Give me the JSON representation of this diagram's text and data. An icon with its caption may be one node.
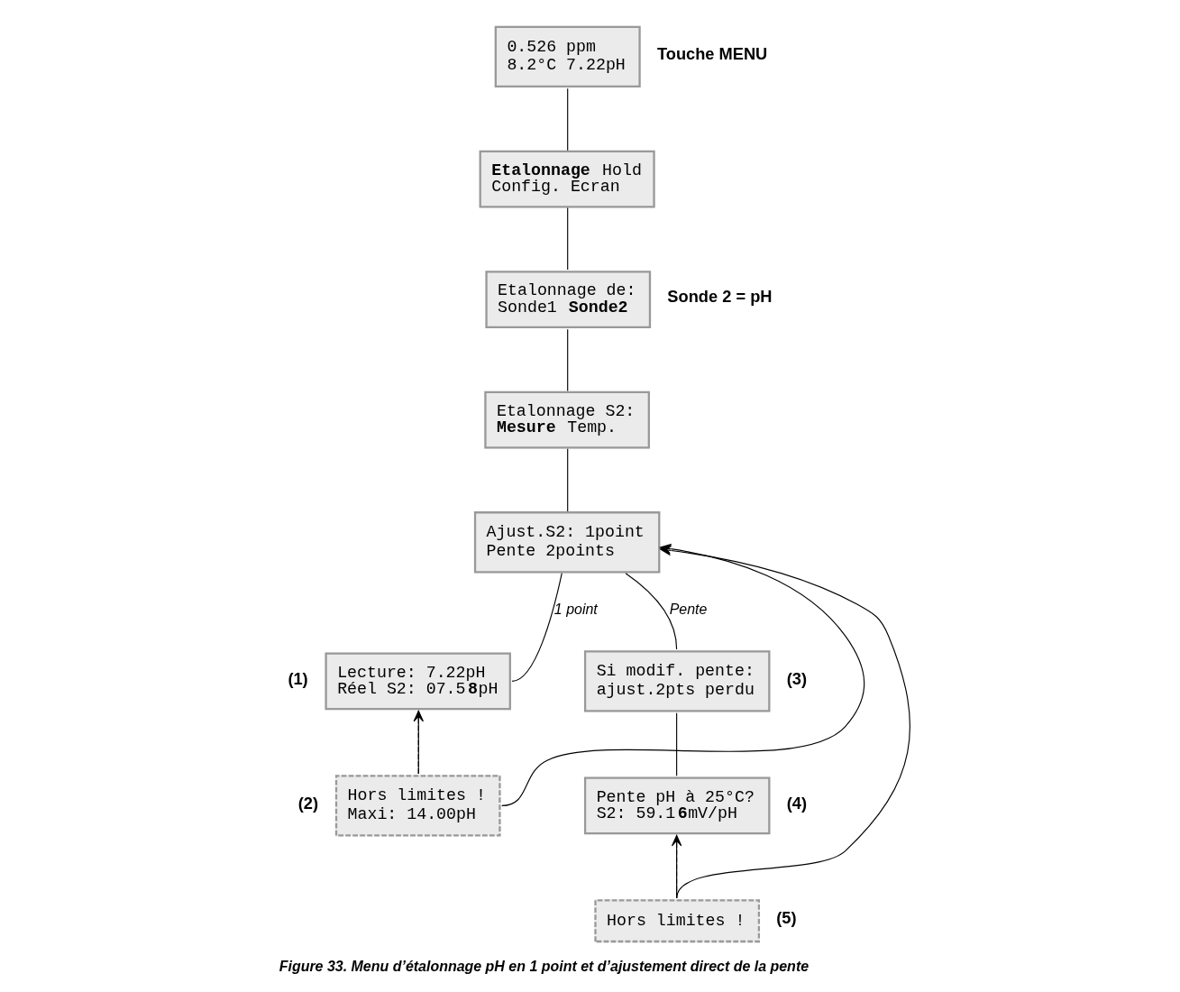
{
  "diagram": {
    "caption": "Figure 33. Menu d’étalonnage pH en 1 point et d’ajustement direct de la pente",
    "nodes": [
      {
        "text": [
          "0.526 ppm",
          "8.2°C 7.22pH"
        ],
        "beside": [
          "Touche MENU"
        ]
      },
      {
        "text": [
          "**Etalonnage** Hold",
          "Config. Ecran"
        ]
      },
      {
        "text": [
          "Etalonnage de:",
          "Sonde1 **Sonde2**"
        ],
        "beside": [
          "Sonde 2 = pH"
        ]
      },
      {
        "text": [
          "Etalonnage S2:",
          "**Mesure** Temp."
        ]
      },
      {
        "text": [
          "Ajust.S2: 1point",
          "Pente 2points"
        ]
      },
      {
        "text": [
          "Lecture: 7.22pH",
          "Réel S2: 07.5**8**pH"
        ],
        "beside": [
          "(1)"
        ]
      },
      {
        "text": [
          "Hors limites !",
          "Maxi: 14.00pH"
        ],
        "beside": [
          "(2)"
        ]
      },
      {
        "text": [
          "Si modif. pente:",
          "ajust.2pts perdu"
        ],
        "beside": [
          "(3)"
        ]
      },
      {
        "text": [
          "Pente pH à 25°C?",
          "S2: 59.1**6**mV/pH"
        ],
        "beside": [
          "(4)"
        ]
      },
      {
        "text": [
          "Hors limites !"
        ],
        "beside": [
          "(5)"
        ]
      }
    ],
    "edges": [
      {
        "from": 0,
        "to": 1,
        "arrow": "none"
      },
      {
        "from": 1,
        "to": 2,
        "arrow": "none"
      },
      {
        "from": 2,
        "to": 3,
        "arrow": "none"
      },
      {
        "from": 3,
        "to": 4,
        "arrow": "none"
      },
      {
        "from": 4,
        "to": 5,
        "label": "1 point",
        "arrow": "none"
      },
      {
        "from": 4,
        "to": 7,
        "label": "Pente",
        "arrow": "none"
      },
      {
        "from": 5,
        "to": 6,
        "arrow": "none"
      },
      {
        "from": 6,
        "to": 5,
        "arrow": "to",
        "style": "dashed"
      },
      {
        "from": 6,
        "to": 4,
        "arrow": "to"
      },
      {
        "from": 7,
        "to": 8,
        "arrow": "none"
      },
      {
        "from": 8,
        "to": 9,
        "arrow": "none"
      },
      {
        "from": 9,
        "to": 8,
        "arrow": "to",
        "style": "dashed"
      },
      {
        "from": 9,
        "to": 4,
        "arrow": "to"
      }
    ]
  }
}
